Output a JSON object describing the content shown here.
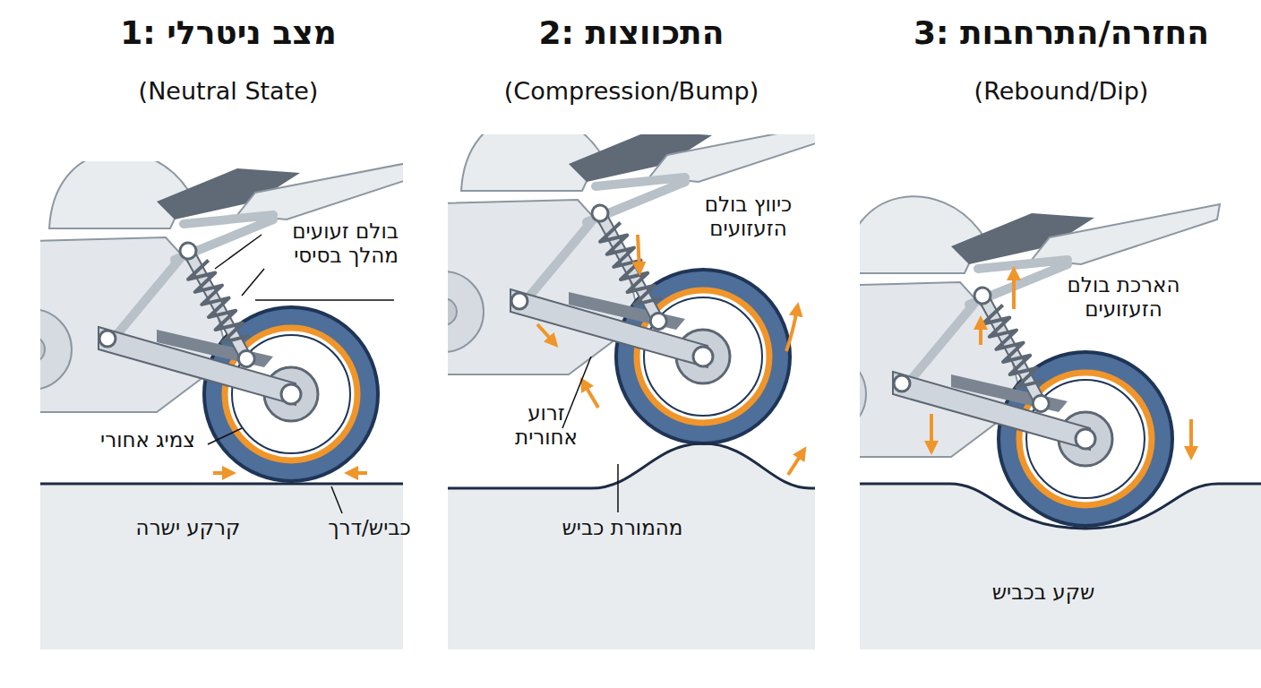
{
  "diagram": {
    "labels": [
      "1: מצב ניטרלי",
      "(Neutral State)",
      "בולם זעועים מהלך בסיסי",
      "צמיג אחורי",
      "קרקע ישרה",
      "כביש/דרך",
      "2: התכווצות",
      "(Compression/Bump)",
      "כיווץ בולם הזעזועים",
      "זרוע אחורית",
      "מהמורת כביש",
      "3: החזרה/התרחבות",
      "(Rebound/Dip)",
      "הארכת בולם הזעזועים",
      "שקע בכביש"
    ]
  }
}
